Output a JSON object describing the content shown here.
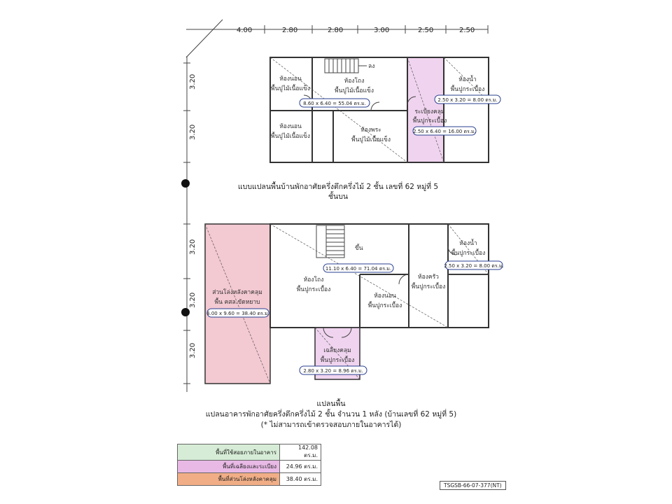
{
  "dimensions": {
    "top": [
      "4.00",
      "2.80",
      "2.80",
      "3.00",
      "2.50",
      "2.50"
    ],
    "side_upper": "3.20",
    "side_upper2": "3.20",
    "side_lower": [
      "3.20",
      "3.20",
      "3.20"
    ]
  },
  "upper_floor": {
    "stair_label": "ลง",
    "rooms": {
      "bed1": [
        "ห้องนอน",
        "พื้นปูไม้เนื้อแข็ง"
      ],
      "hall": [
        "ห้องโถง",
        "พื้นปูไม้เนื้อแข็ง"
      ],
      "bed2": [
        "ห้องนอน",
        "พื้นปูไม้เนื้อแข็ง"
      ],
      "shrine": [
        "ห้องพระ",
        "พื้นปูไม้เนื้อแข็ง"
      ],
      "balcony": [
        "ระเบียงคลุม",
        "พื้นปูกระเบื้อง"
      ],
      "bath": [
        "ห้องน้ำ",
        "พื้นปูกระเบื้อง"
      ]
    },
    "areas": {
      "main": "8.60 x 6.40 = 55.04 ตร.ม.",
      "balcony": "2.50 x 6.40 = 16.00 ตร.ม.",
      "bath": "2.50 x 3.20 = 8.00 ตร.ม."
    },
    "caption_1": "แบบแปลนพื้นบ้านพักอาศัยครึ่งตึกครึ่งไม้ 2 ชั้น เลขที่ 62 หมู่ที่ 5",
    "caption_2": "ชั้นบน"
  },
  "ground_floor": {
    "stair_label": "ขึ้น",
    "rooms": {
      "carport": [
        "ส่วนโล่งหลังคาคลุม",
        "พื้น คสล.ขัดหยาบ"
      ],
      "hall": [
        "ห้องโถง",
        "พื้นปูกระเบื้อง"
      ],
      "bedroom": [
        "ห้องนอน",
        "พื้นปูกระเบื้อง"
      ],
      "kitchen": [
        "ห้องครัว",
        "พื้นปูกระเบื้อง"
      ],
      "bath": [
        "ห้องน้ำ",
        "พื้นปูกระเบื้อง"
      ],
      "porch": [
        "เฉลียงคลุม",
        "พื้นปูกระเบื้อง"
      ]
    },
    "areas": {
      "main": "11.10 x 6.40 = 71.04 ตร.ม.",
      "carport": "4.00 x 9.60 = 38.40 ตร.ม.",
      "bath": "2.50 x 3.20 = 8.00 ตร.ม.",
      "porch": "2.80 x 3.20 = 8.96 ตร.ม."
    }
  },
  "captions": {
    "title": "แปลนพื้น",
    "line1": "แปลนอาคารพักอาศัยครึ่งตึกครึ่งไม้ 2 ชั้น จำนวน 1 หลัง (บ้านเลขที่ 62 หมู่ที่ 5)",
    "line2": "(* ไม่สามารถเข้าตรวจสอบภายในอาคารได้)"
  },
  "legend": [
    {
      "label": "พื้นที่ใช้สอยภายในอาคาร",
      "value": "142.08 ตร.ม.",
      "color": "#d6ecd6"
    },
    {
      "label": "พื้นที่เฉลียงและระเบียง",
      "value": "24.96 ตร.ม.",
      "color": "#e9b9e6"
    },
    {
      "label": "พื้นที่ส่วนโล่งหลังคาคลุม",
      "value": "38.40 ตร.ม.",
      "color": "#f1ae86"
    }
  ],
  "doc_code": "TSGSB-66-07-377(NT)",
  "colors": {
    "balcony_fill": "#f0d4ef",
    "carport_fill": "#f3c9d2",
    "porch_fill": "#f0d4ef"
  }
}
